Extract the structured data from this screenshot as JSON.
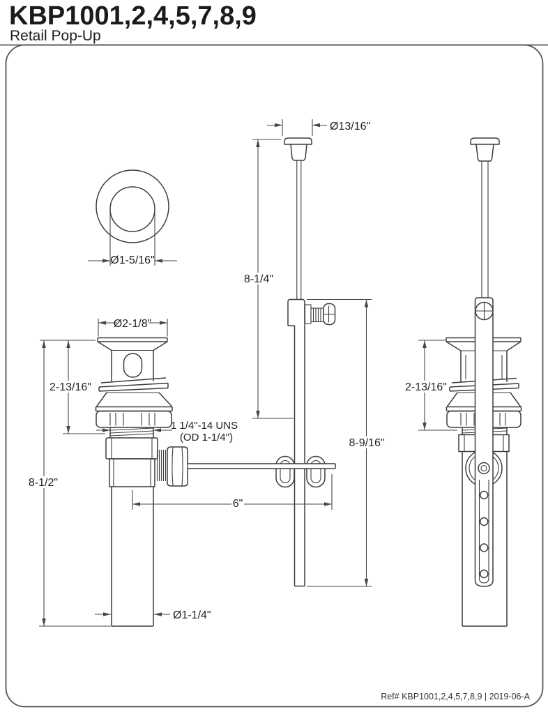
{
  "header": {
    "title": "KBP1001,2,4,5,7,8,9",
    "subtitle": "Retail Pop-Up"
  },
  "footer": {
    "ref_text": "Ref# KBP1001,2,4,5,7,8,9 | 2019-06-A"
  },
  "drawing": {
    "dimensions": {
      "faceplate_od": "Ø1-5/16\"",
      "knob_od": "Ø13/16\"",
      "lift_rod_height": "8-1/4\"",
      "flange_od": "Ø2-1/8\"",
      "body_height_front": "2-13/16\"",
      "thread_note_line1": "1 1/4\"-14 UNS",
      "thread_note_line2": "(OD 1-1/4\")",
      "overall_height": "8-1/2\"",
      "pivot_drop": "8-9/16\"",
      "ball_rod_length": "6\"",
      "tailpiece_od": "Ø1-1/4\"",
      "body_height_side": "2-13/16\""
    },
    "colors": {
      "line": "#3c3c3c",
      "dimension_line": "#474747",
      "text": "#1f1f1f",
      "background": "#ffffff"
    }
  }
}
